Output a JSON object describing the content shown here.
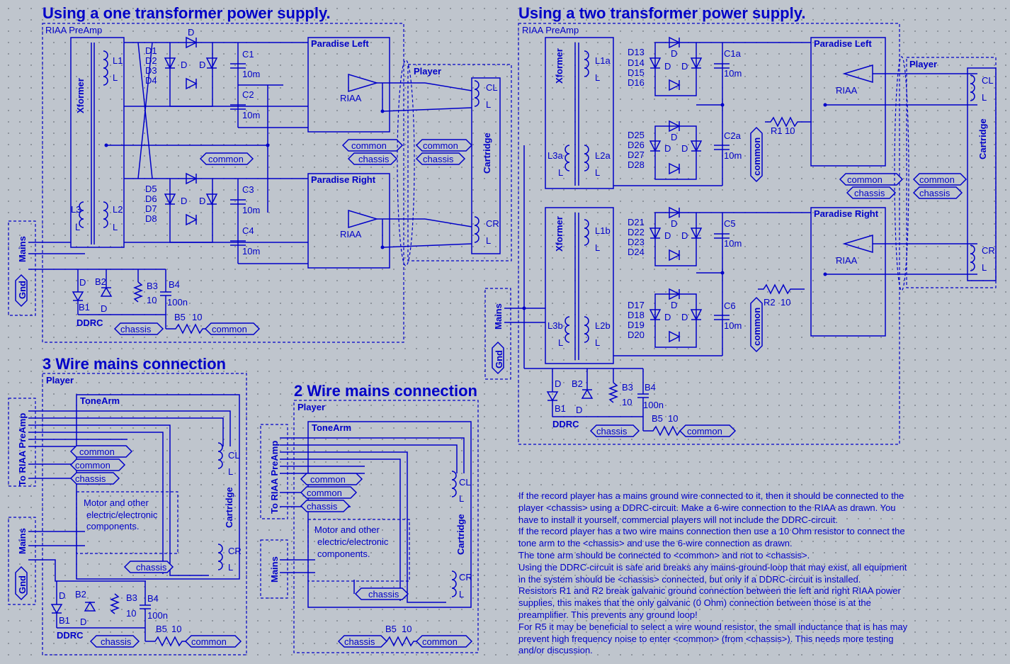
{
  "titles": {
    "one_transformer": "Using a one transformer power supply.",
    "two_transformer": "Using a two transformer power supply.",
    "three_wire": "3 Wire mains connection",
    "two_wire": "2 Wire mains connection"
  },
  "blocks": {
    "riaa_preamp": "RIAA PreAmp",
    "paradise_left": "Paradise Left",
    "paradise_right": "Paradise Right",
    "player": "Player",
    "cartridge": "Cartridge",
    "xformer": "Xformer",
    "tonearm": "ToneArm",
    "to_riaa": "To RIAA PreAmp",
    "mains": "Mains",
    "gnd": "Gnd",
    "riaa": "RIAA",
    "ddrc": "DDRC",
    "motor": [
      "Motor and other",
      "electric/electronic",
      "components."
    ]
  },
  "nets": {
    "common": "common",
    "chassis": "chassis"
  },
  "components": {
    "L1": "L1",
    "L2": "L2",
    "L3": "L3",
    "L": "L",
    "D": "D",
    "L1a": "L1a",
    "L2a": "L2a",
    "L3a": "L3a",
    "L1b": "L1b",
    "L2b": "L2b",
    "L3b": "L3b",
    "C1": "C1",
    "C2": "C2",
    "C3": "C3",
    "C4": "C4",
    "C1a": "C1a",
    "C2a": "C2a",
    "C5": "C5",
    "C6": "C6",
    "cap_value": "10m",
    "diodes_left_1": [
      "D1",
      "D2",
      "D3",
      "D4"
    ],
    "diodes_left_2": [
      "D5",
      "D6",
      "D7",
      "D8"
    ],
    "diodes_right_1": [
      "D13",
      "D14",
      "D15",
      "D16"
    ],
    "diodes_right_2": [
      "D25",
      "D26",
      "D27",
      "D28"
    ],
    "diodes_right_3": [
      "D21",
      "D22",
      "D23",
      "D24"
    ],
    "diodes_right_4": [
      "D17",
      "D18",
      "D19",
      "D20"
    ],
    "CL": "CL",
    "CR": "CR",
    "B1": "B1",
    "B2": "B2",
    "B3": "B3",
    "B4": "B4",
    "B5": "B5",
    "b3_value": "10",
    "b4_value": "100n",
    "b5_value": "10",
    "R1": "R1",
    "R2": "R2",
    "r_value": "10"
  },
  "notes": [
    "If the record player has a mains ground wire connected to it, then it should be connected to the",
    " player <chassis> using a DDRC-circuit. Make a 6-wire connection to the RIAA as drawn. You",
    " have to install it yourself, commercial players will not include the DDRC-circuit.",
    "If the record player has a two wire mains connection then use a 10 Ohm resistor to connect the",
    " tone arm to the <chassis> and use the 6-wire connection as drawn.",
    "The tone arm should be connected to <common> and not to <chassis>.",
    "Using the DDRC-circuit is safe and breaks any mains-ground-loop that may exist, all equipment",
    " in the system should be <chassis> connected, but only if a DDRC-circuit is installed.",
    "Resistors R1 and R2 break galvanic ground connection between the left and right RIAA power",
    " supplies, this makes that the only galvanic (0 Ohm) connection between those is at the",
    " preamplifier. This prevents any ground loop!",
    "For R5 it may be beneficial to select a wire wound resistor, the small inductance that is has may",
    " prevent high frequency noise to enter <common> (from <chassis>). This needs more testing",
    " and/or discussion."
  ],
  "colors": {
    "ink": "#0000c8",
    "background": "#bfc5cd",
    "grid_dot": "#7d838c"
  }
}
